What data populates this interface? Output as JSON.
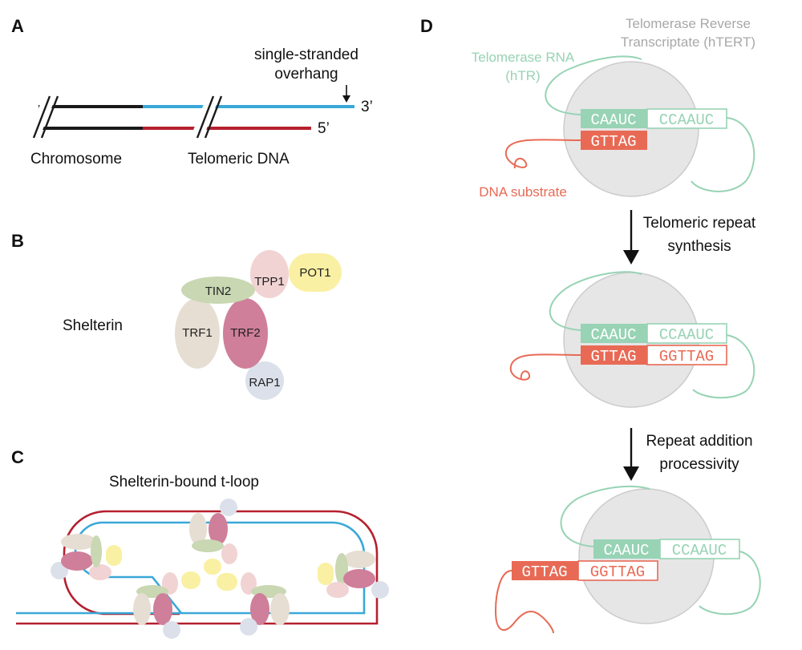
{
  "panels": {
    "a": "A",
    "b": "B",
    "c": "C",
    "d": "D"
  },
  "panel_a": {
    "overhang_line1": "single-stranded",
    "overhang_line2": "overhang",
    "end_3": "3’",
    "end_5": "5’",
    "chromosome": "Chromosome",
    "telomeric_dna": "Telomeric DNA",
    "colors": {
      "chromosome": "#1a1a1a",
      "g_strand": "#3aa8d8",
      "c_strand": "#b5202f"
    }
  },
  "panel_b": {
    "title": "Shelterin",
    "proteins": {
      "tin2": "TIN2",
      "tpp1": "TPP1",
      "pot1": "POT1",
      "trf1": "TRF1",
      "trf2": "TRF2",
      "rap1": "RAP1"
    },
    "colors": {
      "tin2": "#c9d7b2",
      "tpp1": "#f1d3d3",
      "pot1": "#faf0a3",
      "trf1": "#e6ded2",
      "trf2": "#cf7f99",
      "rap1": "#dbe0ea"
    }
  },
  "panel_c": {
    "title": "Shelterin-bound t-loop"
  },
  "panel_d": {
    "htert_line1": "Telomerase Reverse",
    "htert_line2": "Transcriptate (hTERT)",
    "htr_line1": "Telomerase RNA",
    "htr_line2": "(hTR)",
    "dna_substrate": "DNA substrate",
    "step1_line1": "Telomeric repeat",
    "step1_line2": "synthesis",
    "step2_line1": "Repeat addition",
    "step2_line2": "processivity",
    "template_repeat": "CAAUC",
    "template_next": "CCAAUC",
    "dna_repeat": "GTTAG",
    "dna_new": "GGTTAG",
    "colors": {
      "htert": "#e6e6e6",
      "htr": "#97d3b4",
      "dna": "#e86a55",
      "label_gray": "#a8a8a8"
    }
  }
}
